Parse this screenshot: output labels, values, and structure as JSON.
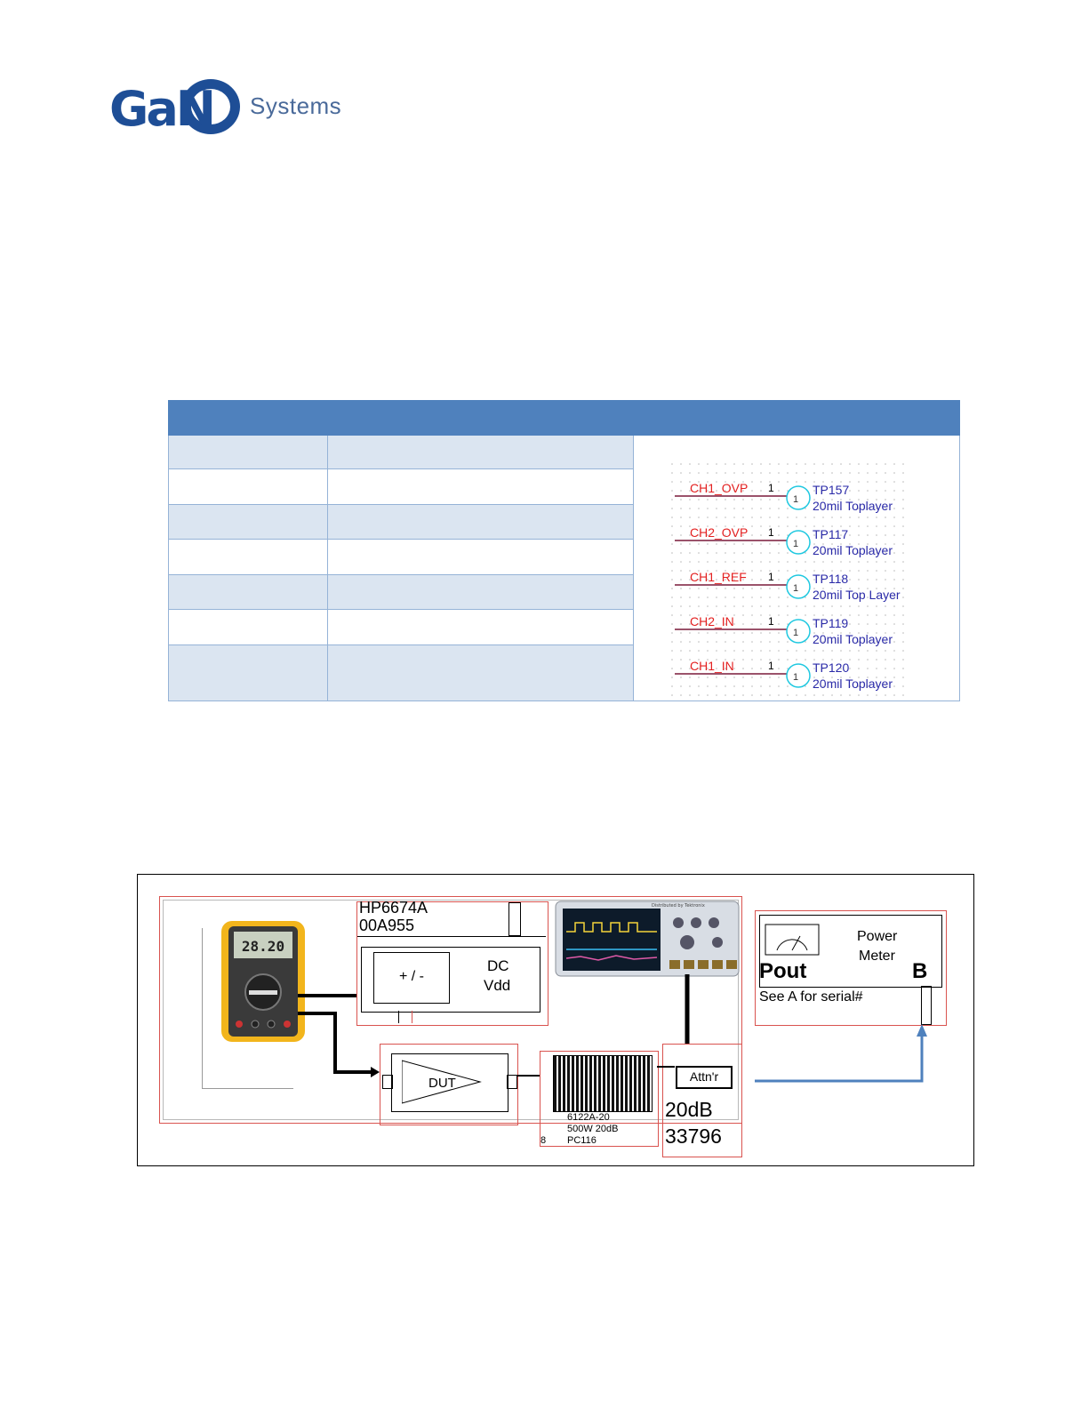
{
  "logo": {
    "brand": "GaN",
    "suffix": "Systems",
    "color": "#1e4e96"
  },
  "test_point_table": {
    "header_color": "#4f81bd",
    "shade_color": "#dbe5f1",
    "rows": [
      {
        "label": "",
        "description": ""
      },
      {
        "label": "",
        "description": ""
      },
      {
        "label": "",
        "description": ""
      },
      {
        "label": "",
        "description": ""
      },
      {
        "label": "",
        "description": ""
      },
      {
        "label": "",
        "description": ""
      },
      {
        "label": "",
        "description": ""
      }
    ],
    "schematic": [
      {
        "net": "CH1_OVP",
        "pin": "1",
        "node": "1",
        "tp": "TP157",
        "pad": "20mil Toplayer"
      },
      {
        "net": "CH2_OVP",
        "pin": "1",
        "node": "1",
        "tp": "TP117",
        "pad": "20mil Toplayer"
      },
      {
        "net": "CH1_REF",
        "pin": "1",
        "node": "1",
        "tp": "TP118",
        "pad": "20mil Top Layer"
      },
      {
        "net": "CH2_IN",
        "pin": "1",
        "node": "1",
        "tp": "TP119",
        "pad": "20mil Toplayer"
      },
      {
        "net": "CH1_IN",
        "pin": "1",
        "node": "1",
        "tp": "TP120",
        "pad": "20mil Toplayer"
      }
    ]
  },
  "setup_diagram": {
    "supply_model": "HP6674A",
    "supply_serial": "00A955",
    "supply_polarity": "+ / -",
    "supply_dc": "DC",
    "supply_vdd": "Vdd",
    "dut_label": "DUT",
    "load_model": "6122A-20",
    "load_rating": "500W 20dB",
    "load_id": "PC116",
    "load_pin": "8",
    "attenuator_label": "Attn'r",
    "attenuator_value": "20dB",
    "attenuator_serial": "33796",
    "meter_title_1": "Power",
    "meter_title_2": "Meter",
    "meter_pout": "Pout",
    "meter_channel": "B",
    "meter_serial_note": "See A for serial#",
    "multimeter_reading": "28.20",
    "scope_banner": "Distributed by Tektronix"
  }
}
